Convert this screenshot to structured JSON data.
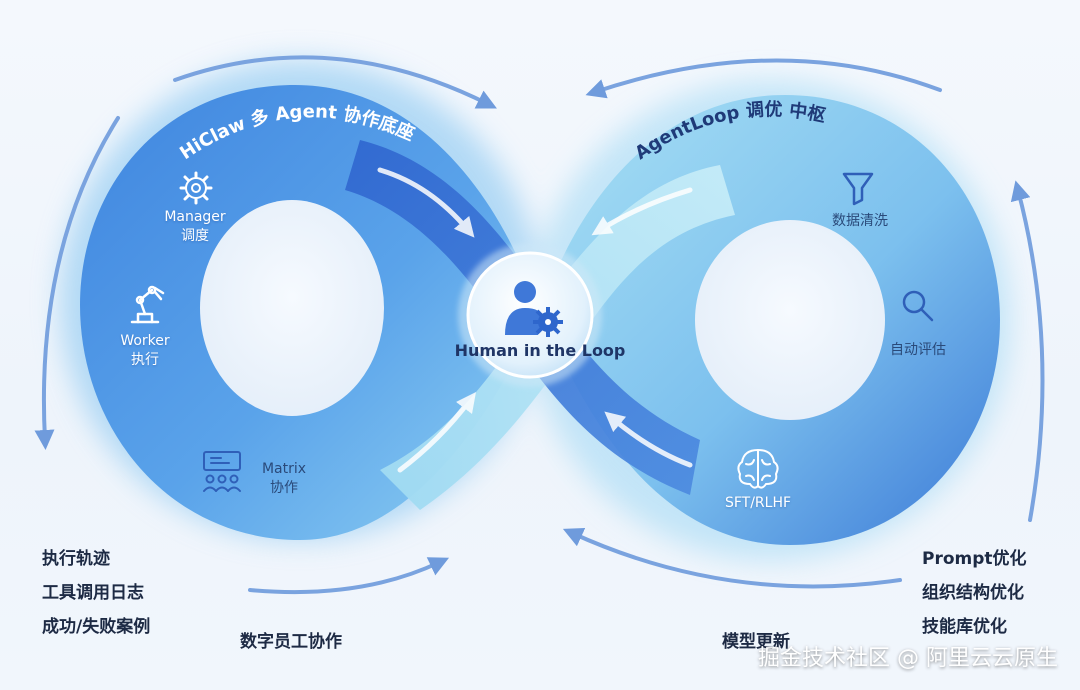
{
  "loop_left": {
    "title": "HiClaw 多 Agent 协作底座",
    "nodes": [
      {
        "icon": "gear-icon",
        "line1": "Manager",
        "line2": "调度"
      },
      {
        "icon": "robot-arm-icon",
        "line1": "Worker",
        "line2": "执行"
      },
      {
        "icon": "matrix-team-icon",
        "line1": "Matrix",
        "line2": "协作"
      }
    ]
  },
  "loop_right": {
    "title": "AgentLoop 调优 中枢",
    "nodes": [
      {
        "icon": "funnel-icon",
        "label": "数据清洗"
      },
      {
        "icon": "magnifier-icon",
        "label": "自动评估"
      },
      {
        "icon": "brain-icon",
        "label": "SFT/RLHF"
      }
    ]
  },
  "hub": {
    "icon": "user-gear-icon",
    "label": "Human in the Loop"
  },
  "left_outputs": [
    "执行轨迹",
    "工具调用日志",
    "成功/失败案例"
  ],
  "bottom_left_label": "数字员工协作",
  "bottom_right_label": "模型更新",
  "right_outputs": [
    "Prompt优化",
    "组织结构优化",
    "技能库优化"
  ],
  "watermark": "掘金技术社区 @ 阿里云云原生",
  "colors": {
    "background": "#f1f6fc",
    "loop_light": "#a8dcf2",
    "loop_dark": "#3f7fd6",
    "arrow": "#6f9bdc",
    "text_dark": "#1d2a44",
    "node_text": "#2a4a7a"
  }
}
